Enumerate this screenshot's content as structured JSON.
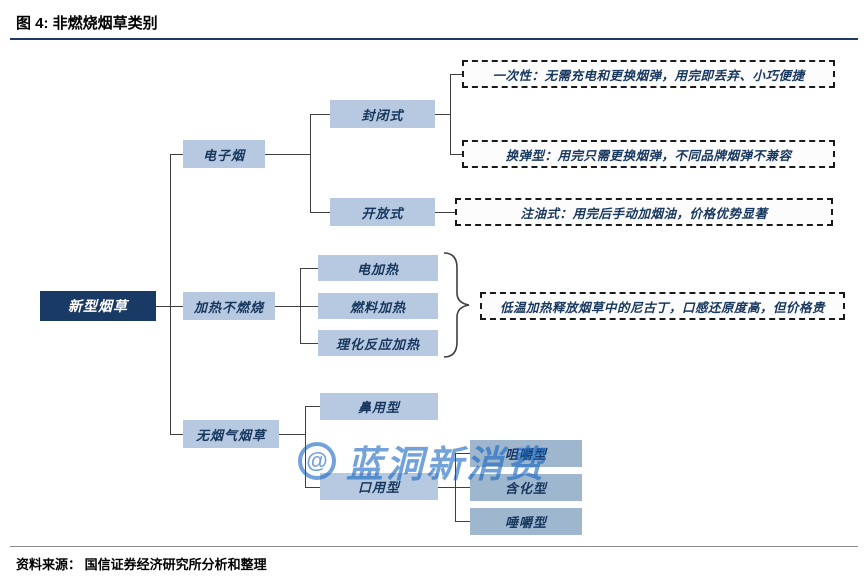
{
  "title": "图 4: 非燃烧烟草类别",
  "source": "资料来源： 国信证券经济研究所分析和整理",
  "watermark": {
    "text": "蓝洞新消费",
    "icon": "@"
  },
  "nodes": {
    "root": "新型烟草",
    "ecig": "电子烟",
    "hnb": "加热不燃烧",
    "smokeless": "无烟气烟草",
    "closed": "封闭式",
    "open": "开放式",
    "electric": "电加热",
    "fuel": "燃料加热",
    "chemical": "理化反应加热",
    "nasal": "鼻用型",
    "oral": "口用型",
    "chew": "咀嚼型",
    "dissolve": "含化型",
    "spit": "唾嚼型"
  },
  "notes": {
    "disposable": "一次性：无需充电和更换烟弹，用完即丢弃、小巧便捷",
    "cartridge": "换弹型：用完只需更换烟弹，不同品牌烟弹不兼容",
    "refill": "注油式：用完后手动加烟油，价格优势显著",
    "hnb": "低温加热释放烟草中的尼古丁，口感还原度高，但价格贵"
  },
  "colors": {
    "root_bg": "#1A3A66",
    "node_bg": "#B7C9E0",
    "subnode_bg": "#9FB6CF",
    "node_text": "#17375E",
    "title_rule": "#1F3864",
    "line": "#3F3F3F",
    "watermark": "#1565C0"
  }
}
